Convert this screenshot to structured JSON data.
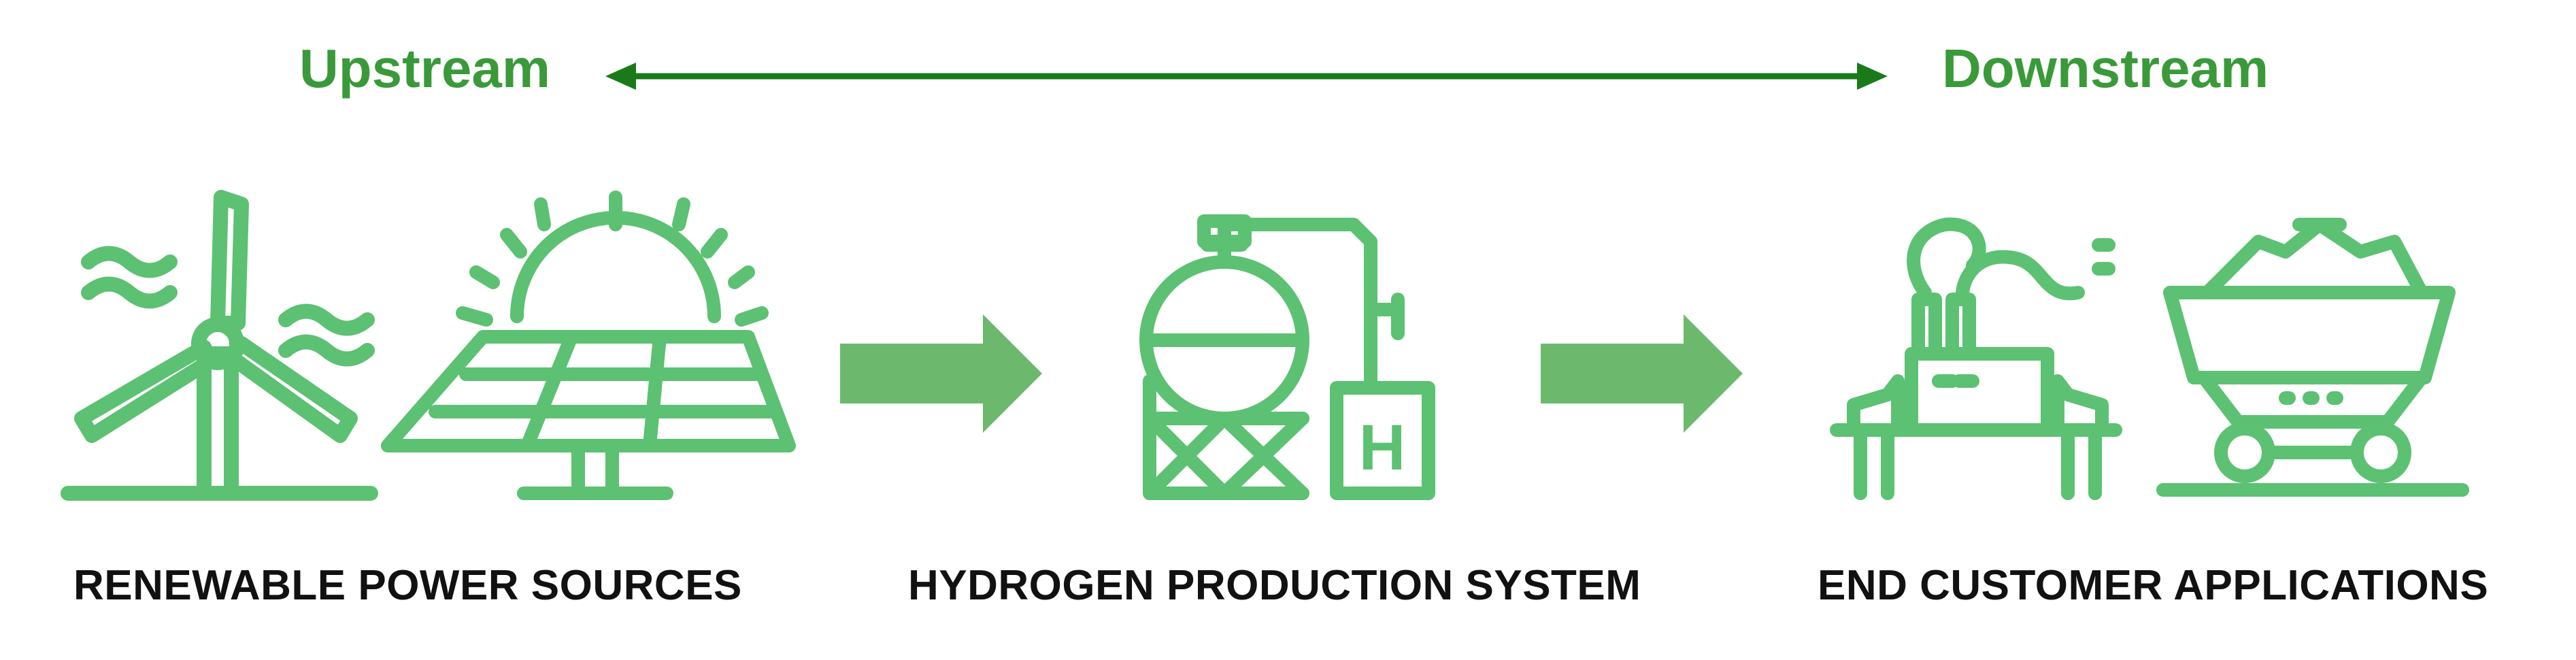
{
  "header": {
    "upstream_label": "Upstream",
    "downstream_label": "Downstream"
  },
  "stages": [
    {
      "label": "RENEWABLE POWER SOURCES",
      "icons": [
        "wind-turbine-icon",
        "solar-panel-icon"
      ]
    },
    {
      "label": "HYDROGEN PRODUCTION SYSTEM",
      "icons": [
        "hydrogen-tank-icon"
      ]
    },
    {
      "label": "END CUSTOMER APPLICATIONS",
      "icons": [
        "factory-icon",
        "mine-cart-icon"
      ]
    }
  ],
  "tank_badge": "H",
  "colors": {
    "icon": "#5cc172",
    "arrow_block": "#6cb96e",
    "flow_arrow": "#1a7a1a",
    "flow_text": "#3a9a3a",
    "stage_text": "#111111"
  }
}
